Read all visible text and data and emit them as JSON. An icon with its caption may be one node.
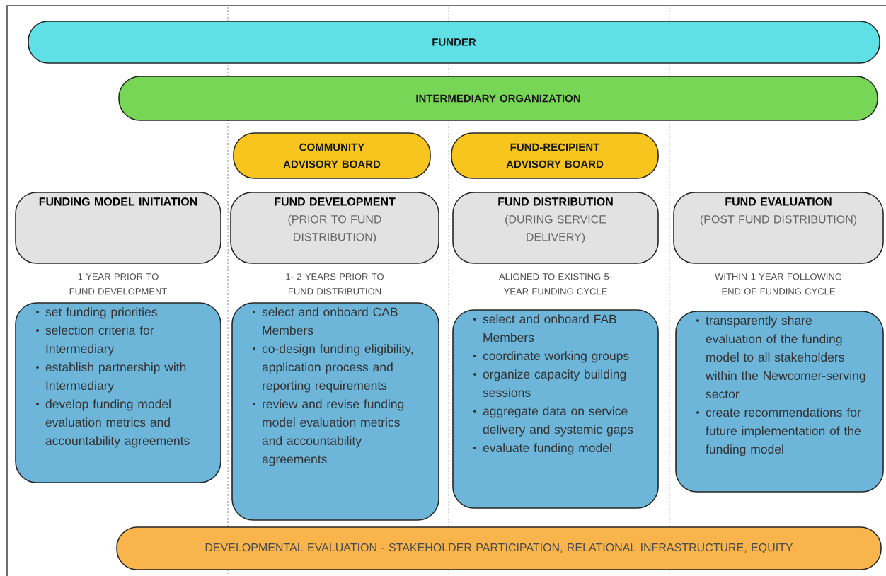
{
  "diagram": {
    "nodes": [
      {
        "text": [
          "FUNDER"
        ]
      },
      {
        "text": [
          "INTERMEDIARY ORGANIZATION"
        ]
      },
      {
        "text": [
          "COMMUNITY ADVISORY BOARD"
        ]
      },
      {
        "text": [
          "FUND-RECIPIENT ADVISORY BOARD"
        ]
      },
      {
        "text": [
          "FUNDING MODEL INITIATION"
        ]
      },
      {
        "text": [
          "FUND DEVELOPMENT",
          "(PRIOR TO FUND DISTRIBUTION)"
        ]
      },
      {
        "text": [
          "FUND DISTRIBUTION",
          "(DURING SERVICE DELIVERY)"
        ]
      },
      {
        "text": [
          "FUND EVALUATION",
          "(POST FUND DISTRIBUTION)"
        ]
      },
      {
        "text": [
          "set funding priorities",
          "selection criteria for Intermediary",
          "establish partnership with Intermediary",
          "develop funding model evaluation metrics and accountability agreements"
        ]
      },
      {
        "text": [
          "select and onboard CAB Members",
          "co-design funding eligibility, application process and reporting requirements",
          "review and revise funding model evaluation metrics and accountability agreements"
        ]
      },
      {
        "text": [
          "select and onboard FAB Members",
          "coordinate working groups",
          "organize capacity building sessions",
          "aggregate data on service delivery and systemic gaps",
          "evaluate funding model"
        ]
      },
      {
        "text": [
          "transparently share evaluation of the funding model to all stakeholders within the Newcomer-serving sector",
          "create recommendations for future implementation of the funding model"
        ]
      },
      {
        "text": [
          "DEVELOPMENTAL EVALUATION - STAKEHOLDER PARTICIPATION, RELATIONAL INFRASTRUCTURE, EQUITY"
        ]
      }
    ],
    "labels": [
      "1 YEAR PRIOR TO FUND DEVELOPMENT",
      "1- 2 YEARS PRIOR TO FUND DISTRIBUTION",
      "ALIGNED TO EXISTING 5-YEAR FUNDING CYCLE",
      "WITHIN 1 YEAR FOLLOWING END OF FUNDING CYCLE"
    ]
  }
}
